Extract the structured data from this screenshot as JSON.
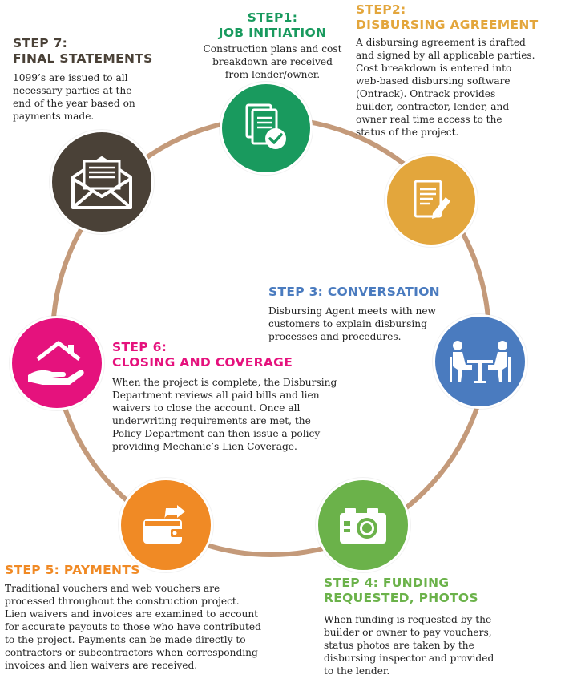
{
  "colors": {
    "ring": "#c49a7a",
    "step1": "#199a5e",
    "step2": "#e3a63c",
    "step3": "#4a7bbf",
    "step4": "#6bb24a",
    "step5": "#f08a25",
    "step6": "#e5127d",
    "step7": "#4a4137"
  },
  "steps": [
    {
      "id": "step1",
      "title_line1": "STEP1:",
      "title_line2": "JOB INITIATION",
      "icon": "documents-check-icon",
      "lines": [
        "Construction plans and cost",
        "breakdown are received",
        "from lender/owner."
      ]
    },
    {
      "id": "step2",
      "title_line1": "STEP2:",
      "title_line2": "DISBURSING AGREEMENT",
      "icon": "document-pencil-icon",
      "lines": [
        "A disbursing agreement is drafted",
        "and signed by all applicable parties.",
        "Cost breakdown is entered into",
        "web-based disbursing software",
        "(Ontrack). Ontrack provides",
        "builder, contractor, lender, and",
        "owner real time access to the",
        "status of the project."
      ]
    },
    {
      "id": "step3",
      "title_line1": "STEP 3: CONVERSATION",
      "icon": "meeting-table-icon",
      "lines": [
        "Disbursing Agent meets with new",
        "customers to explain disbursing",
        "processes and procedures."
      ]
    },
    {
      "id": "step4",
      "title_line1": "STEP 4: FUNDING",
      "title_line2": "REQUESTED, PHOTOS",
      "icon": "camera-icon",
      "lines": [
        "When funding is requested by the",
        "builder or owner to pay vouchers,",
        "status photos are taken by the",
        "disbursing inspector and provided",
        "to the lender."
      ]
    },
    {
      "id": "step5",
      "title_line1": "STEP 5: PAYMENTS",
      "icon": "wallet-arrow-icon",
      "lines": [
        "Traditional vouchers and web vouchers are",
        "processed throughout the construction project.",
        "Lien waivers and invoices are examined to account",
        "for accurate payouts to those who have contributed",
        "to the project. Payments can be made directly to",
        "contractors or subcontractors when corresponding",
        "invoices and lien waivers are received."
      ]
    },
    {
      "id": "step6",
      "title_line1": "STEP 6:",
      "title_line2": "CLOSING AND COVERAGE",
      "icon": "house-hand-icon",
      "lines": [
        "When the project is complete, the Disbursing",
        "Department reviews all paid bills and lien",
        "waivers to close the account. Once all",
        "underwriting requirements are met, the",
        "Policy Department can then issue a policy",
        "providing Mechanic’s Lien Coverage."
      ]
    },
    {
      "id": "step7",
      "title_line1": "STEP 7:",
      "title_line2": "FINAL STATEMENTS",
      "icon": "envelope-letter-icon",
      "lines": [
        "1099’s are issued to all",
        "necessary parties at the",
        "end of the year based on",
        "payments made."
      ]
    }
  ]
}
